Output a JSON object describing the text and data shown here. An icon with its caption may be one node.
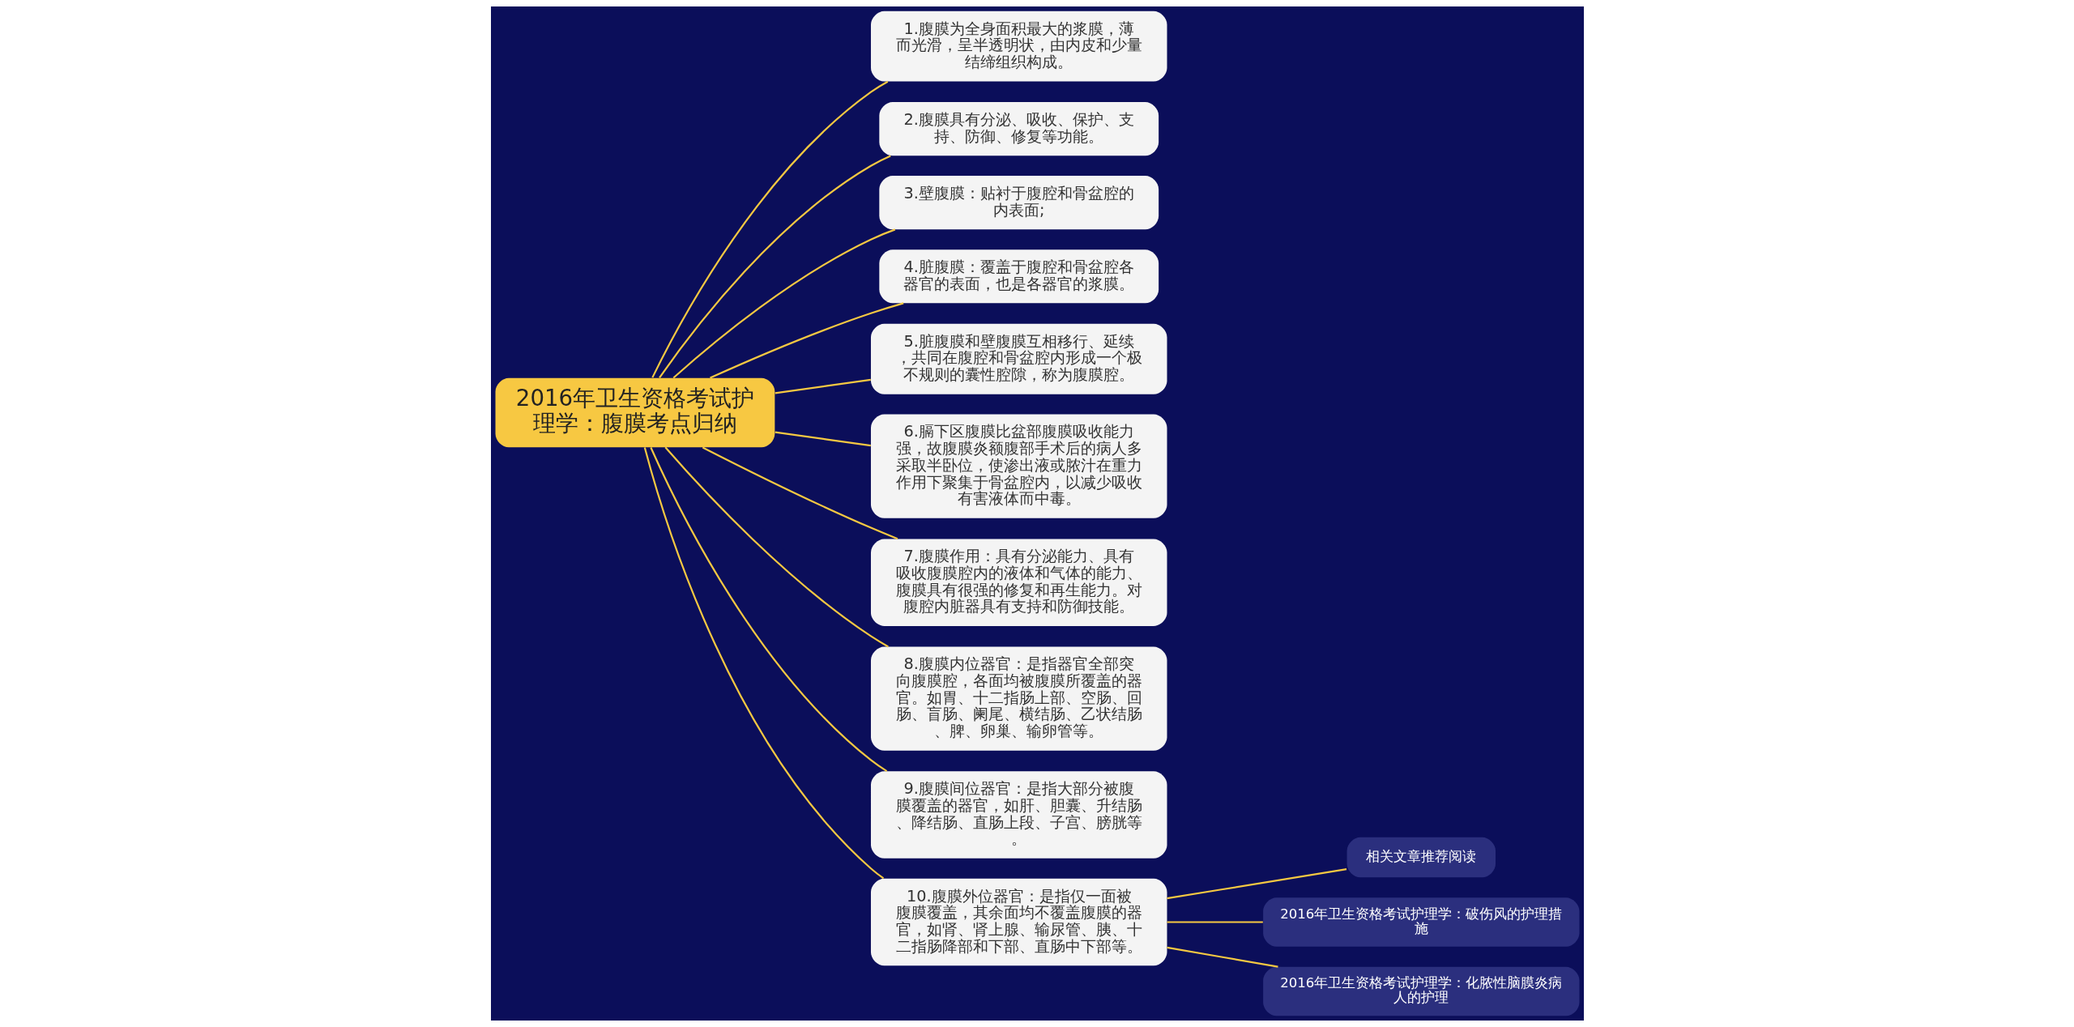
{
  "diagram": {
    "nodes": [
      {
        "text": [
          "2016年卫生资格考试护理学：腹膜考点归纳"
        ]
      },
      {
        "text": [
          "1.腹膜为全身面积最大的浆膜，薄而光滑，呈半透明状，由内皮和少量结缔组织构成。"
        ]
      },
      {
        "text": [
          "2.腹膜具有分泌、吸收、保护、支持、防御、修复等功能。"
        ]
      },
      {
        "text": [
          "3.壁腹膜：贴衬于腹腔和骨盆腔的内表面;"
        ]
      },
      {
        "text": [
          "4.脏腹膜：覆盖于腹腔和骨盆腔各器官的表面，也是各器官的浆膜。"
        ]
      },
      {
        "text": [
          "5.脏腹膜和壁腹膜互相移行、延续，共同在腹腔和骨盆腔内形成一个极不规则的囊性腔隙，称为腹膜腔。"
        ]
      },
      {
        "text": [
          "6.膈下区腹膜比盆部腹膜吸收能力强，故腹膜炎额腹部手术后的病人多采取半卧位，使渗出液或脓汁在重力作用下聚集于骨盆腔内，以减少吸收有害液体而中毒。"
        ]
      },
      {
        "text": [
          "7.腹膜作用：具有分泌能力、具有吸收腹膜腔内的液体和气体的能力、腹膜具有很强的修复和再生能力。对腹腔内脏器具有支持和防御技能。"
        ]
      },
      {
        "text": [
          "8.腹膜内位器官：是指器官全部突向腹膜腔，各面均被腹膜所覆盖的器官。如胃、十二指肠上部、空肠、回肠、盲肠、阑尾、横结肠、乙状结肠、脾、卵巢、输卵管等。"
        ]
      },
      {
        "text": [
          "9.腹膜间位器官：是指大部分被腹膜覆盖的器官，如肝、胆囊、升结肠、降结肠、直肠上段、子宫、膀胱等。"
        ]
      },
      {
        "text": [
          "10.腹膜外位器官：是指仅一面被腹膜覆盖，其余面均不覆盖腹膜的器官，如肾、肾上腺、输尿管、胰、十二指肠降部和下部、直肠中下部等。"
        ]
      },
      {
        "text": [
          "相关文章推荐阅读"
        ]
      },
      {
        "text": [
          "2016年卫生资格考试护理学：破伤风的护理措施"
        ]
      },
      {
        "text": [
          "2016年卫生资格考试护理学：化脓性脑膜炎病人的护理"
        ]
      }
    ],
    "edges": [
      {
        "from": 0,
        "to": 1,
        "arrow": "none"
      },
      {
        "from": 0,
        "to": 2,
        "arrow": "none"
      },
      {
        "from": 0,
        "to": 3,
        "arrow": "none"
      },
      {
        "from": 0,
        "to": 4,
        "arrow": "none"
      },
      {
        "from": 0,
        "to": 5,
        "arrow": "none"
      },
      {
        "from": 0,
        "to": 6,
        "arrow": "none"
      },
      {
        "from": 0,
        "to": 7,
        "arrow": "none"
      },
      {
        "from": 0,
        "to": 8,
        "arrow": "none"
      },
      {
        "from": 0,
        "to": 9,
        "arrow": "none"
      },
      {
        "from": 0,
        "to": 10,
        "arrow": "none"
      },
      {
        "from": 10,
        "to": 11,
        "arrow": "none"
      },
      {
        "from": 10,
        "to": 12,
        "arrow": "none"
      },
      {
        "from": 10,
        "to": 13,
        "arrow": "none"
      }
    ]
  }
}
